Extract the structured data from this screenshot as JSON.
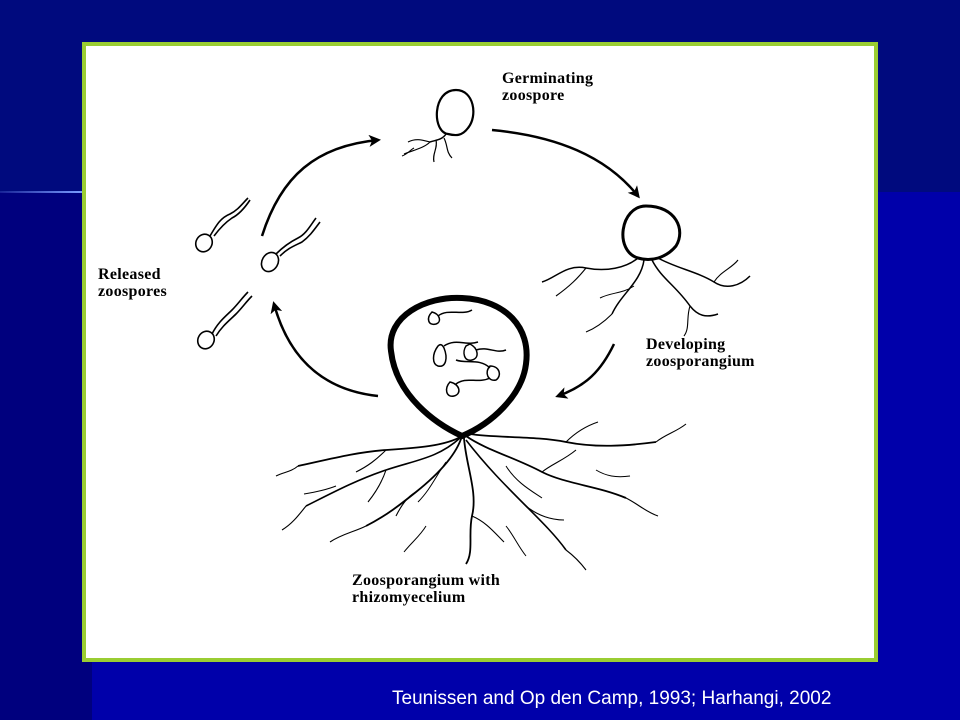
{
  "diagram": {
    "labels": {
      "germinating": [
        "Germinating",
        "zoospore"
      ],
      "developing": [
        "Developing",
        "zoosporangium"
      ],
      "mature": [
        "Zoosporangium with",
        "rhizomyecelium"
      ],
      "released": [
        "Released",
        "zoospores"
      ]
    },
    "colors": {
      "frame_border": "#9acd32",
      "frame_bg": "#ffffff",
      "ink": "#000000"
    }
  },
  "citation": "Teunissen and Op den Camp, 1993; Harhangi, 2002"
}
